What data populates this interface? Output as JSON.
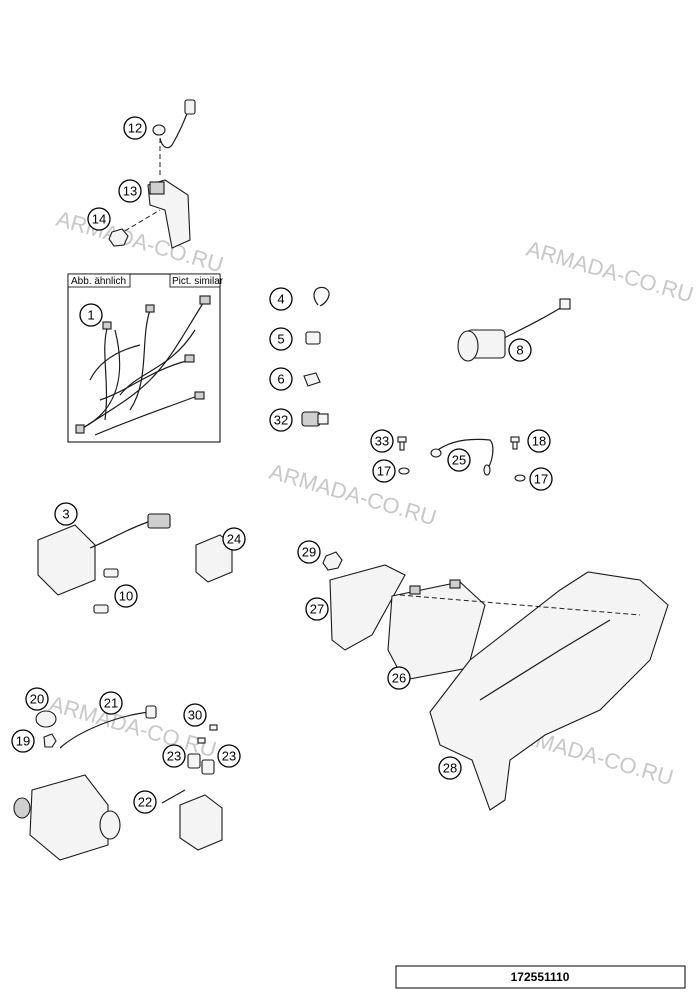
{
  "watermarks": [
    "ARMADA-CO.RU",
    "ARMADA-CO.RU",
    "ARMADA-CO.RU",
    "ARMADA-CO.RU",
    "ARMADA-CO.RU"
  ],
  "inset": {
    "label_left": "Abb. ähnlich",
    "label_right": "Pict. similar"
  },
  "callouts": [
    "12",
    "13",
    "14",
    "1",
    "4",
    "5",
    "6",
    "32",
    "8",
    "33",
    "18",
    "25",
    "17",
    "17",
    "3",
    "24",
    "10",
    "29",
    "27",
    "26",
    "28",
    "20",
    "21",
    "30",
    "19",
    "23",
    "23",
    "22"
  ],
  "footer": {
    "code": "172551110"
  },
  "colors": {
    "line": "#1a1a1a",
    "part_fill": "#f4f4f4",
    "watermark": "#c8c8c8"
  }
}
